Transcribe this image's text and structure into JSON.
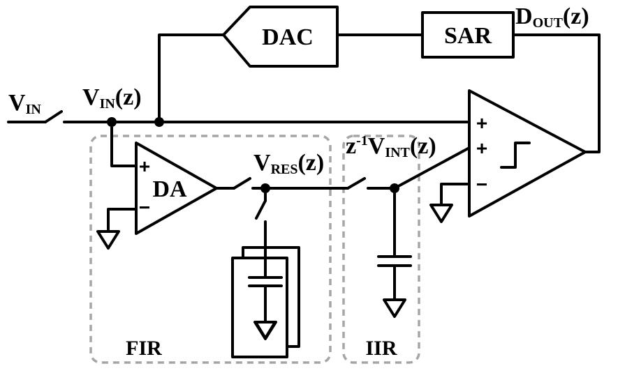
{
  "blocks": {
    "dac": "DAC",
    "sar": "SAR",
    "da": "DA"
  },
  "labels": {
    "vin_main": "V",
    "vin_main_sub": "IN",
    "vin_z_main": "V",
    "vin_z_sub": "IN",
    "vin_z_arg": "(z)",
    "dout_main": "D",
    "dout_sub": "OUT",
    "dout_arg": "(z)",
    "vres_main": "V",
    "vres_sub": "RES",
    "vres_arg": "(z)",
    "vint_pre": "z",
    "vint_sup": "-1",
    "vint_main": "V",
    "vint_sub": "INT",
    "vint_arg": "(z)"
  },
  "regions": {
    "fir": "FIR",
    "iir": "IIR"
  },
  "signs": {
    "da_plus": "+",
    "da_minus": "−",
    "comp_plus1": "+",
    "comp_plus2": "+",
    "comp_minus": "−"
  }
}
